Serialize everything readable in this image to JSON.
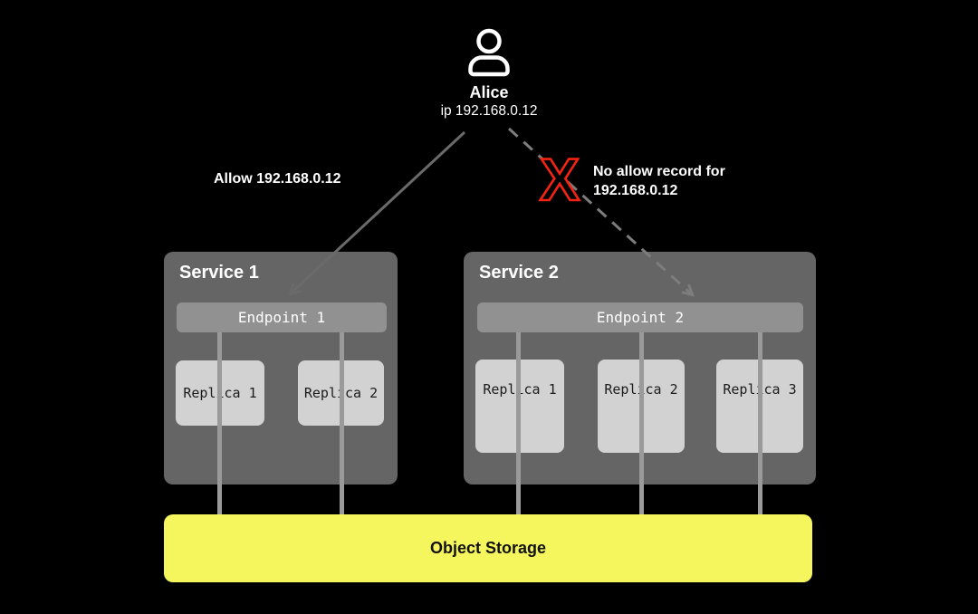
{
  "user": {
    "name": "Alice",
    "ip": "ip 192.168.0.12"
  },
  "edges": {
    "allow_label": "Allow 192.168.0.12",
    "deny_label_line1": "No allow record for",
    "deny_label_line2": "192.168.0.12",
    "deny_mark": "X"
  },
  "services": [
    {
      "title": "Service 1",
      "endpoint": "Endpoint 1",
      "replicas": [
        "Replica 1",
        "Replica 2"
      ]
    },
    {
      "title": "Service 2",
      "endpoint": "Endpoint 2",
      "replicas": [
        "Replica 1",
        "Replica 2",
        "Replica 3"
      ]
    }
  ],
  "storage": {
    "label": "Object Storage"
  },
  "colors": {
    "background": "#000000",
    "service_box": "#656565",
    "endpoint_bar": "#919191",
    "replica_box": "#d2d2d2",
    "replica_text": "#1c1c1c",
    "connector_line": "#9a9a9a",
    "arrow_solid": "#6a6a6a",
    "arrow_dashed": "#7d7d7d",
    "deny_red": "#f42313",
    "storage_yellow": "#f5f65e",
    "storage_text": "#111111",
    "text_white": "#ffffff"
  }
}
